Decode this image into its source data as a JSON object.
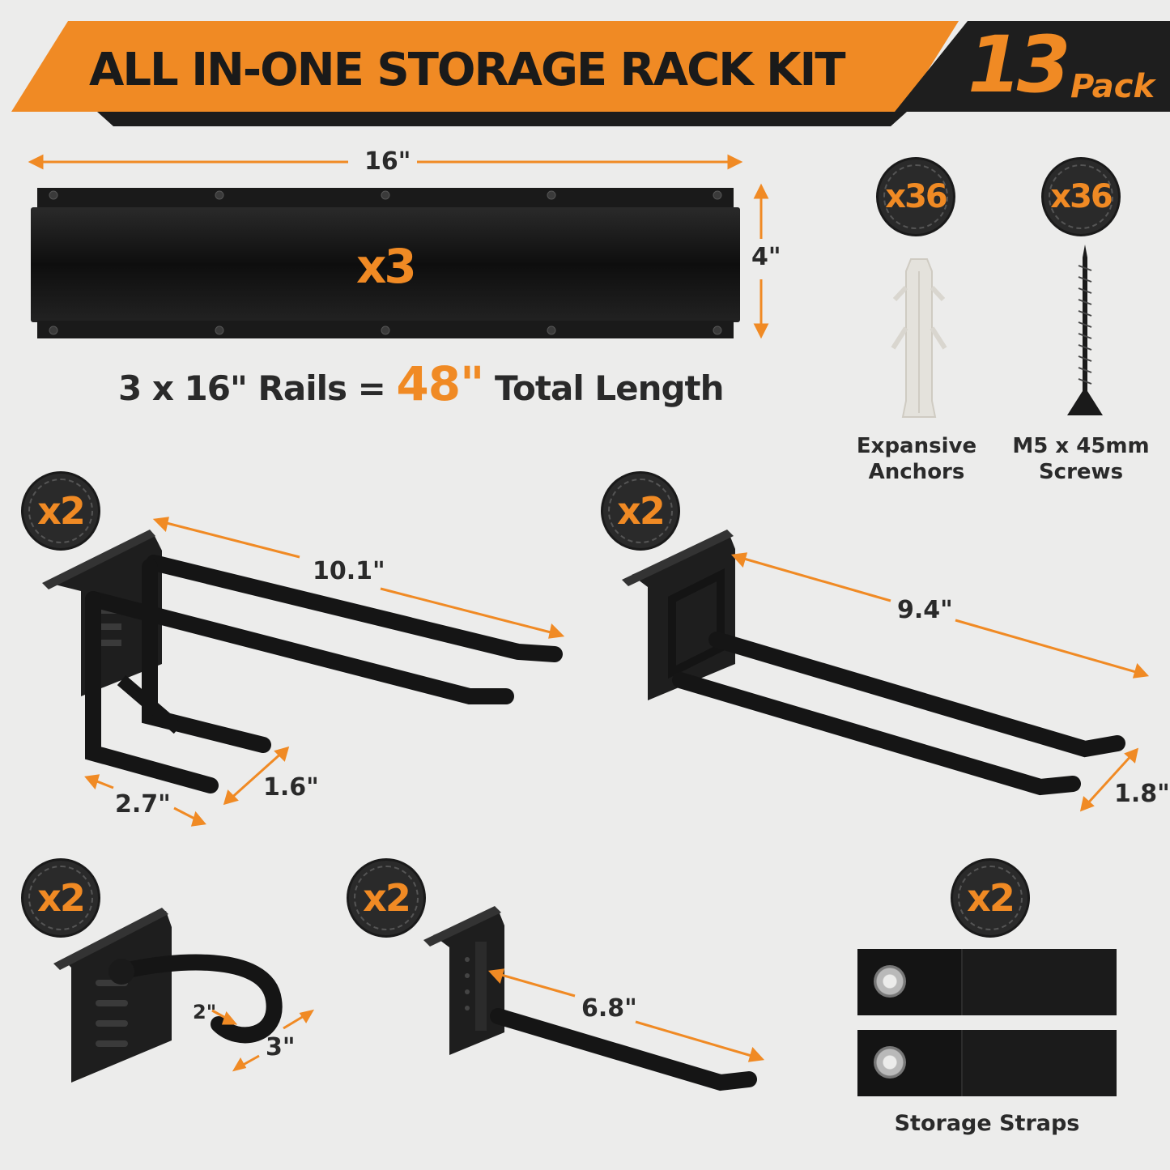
{
  "banner": {
    "title": "ALL IN-ONE STORAGE RACK KIT",
    "pack_number": "13",
    "pack_word": "Pack"
  },
  "rail": {
    "width_dim": "16\"",
    "height_dim": "4\"",
    "quantity": "x3",
    "total_prefix": "3 x 16\" Rails = ",
    "total_highlight": "48\"",
    "total_suffix": " Total Length"
  },
  "hardware": [
    {
      "quantity": "x36",
      "caption_line1": "Expansive",
      "caption_line2": "Anchors"
    },
    {
      "quantity": "x36",
      "caption_line1": "M5 x 45mm",
      "caption_line2": "Screws"
    }
  ],
  "hooks": {
    "double_hook": {
      "quantity": "x2",
      "length": "10.1\"",
      "width": "2.7\"",
      "depth": "1.6\""
    },
    "long_double_hook": {
      "quantity": "x2",
      "length": "9.4\"",
      "spacing": "1.8\""
    },
    "j_hook": {
      "quantity": "x2",
      "inner": "2\"",
      "outer": "3\""
    },
    "single_hook": {
      "quantity": "x2",
      "length": "6.8\""
    },
    "straps": {
      "quantity": "x2",
      "caption": "Storage Straps"
    }
  },
  "colors": {
    "accent": "#f08a24",
    "dark": "#1e1e1e",
    "background": "#ececeb"
  }
}
